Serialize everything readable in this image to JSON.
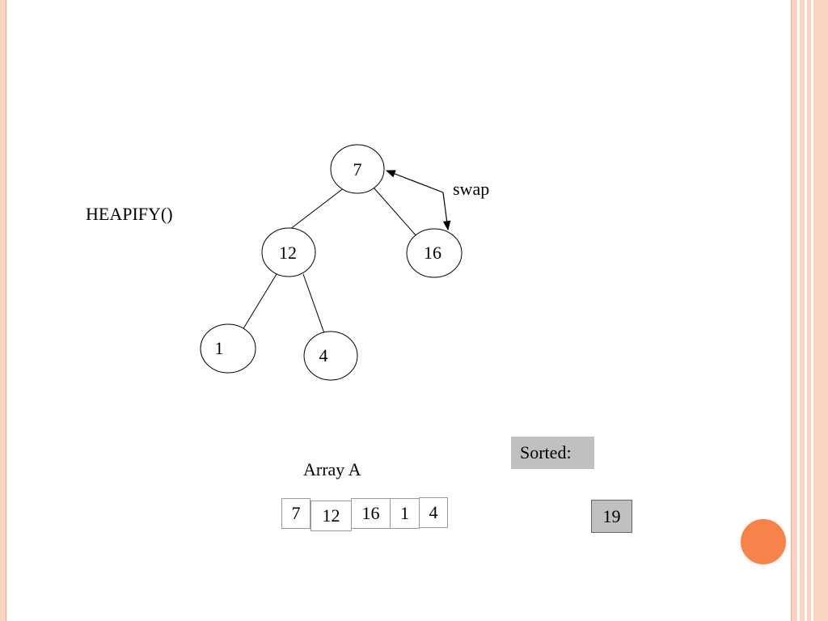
{
  "heading": "HEAPIFY()",
  "tree": {
    "nodes": [
      {
        "id": "root",
        "label": "7"
      },
      {
        "id": "left",
        "label": "12"
      },
      {
        "id": "right",
        "label": "16"
      },
      {
        "id": "left-left",
        "label": "1"
      },
      {
        "id": "left-right",
        "label": "4"
      }
    ],
    "swap_label": "swap"
  },
  "array": {
    "label": "Array A",
    "cells": [
      "7",
      "12",
      "16",
      "1",
      "4"
    ]
  },
  "sorted": {
    "label": "Sorted:",
    "cells": [
      "19"
    ]
  },
  "colors": {
    "border_strip": "#fbd3c3",
    "accent_circle": "#f7834a",
    "sorted_fill": "#c0c0c0"
  }
}
